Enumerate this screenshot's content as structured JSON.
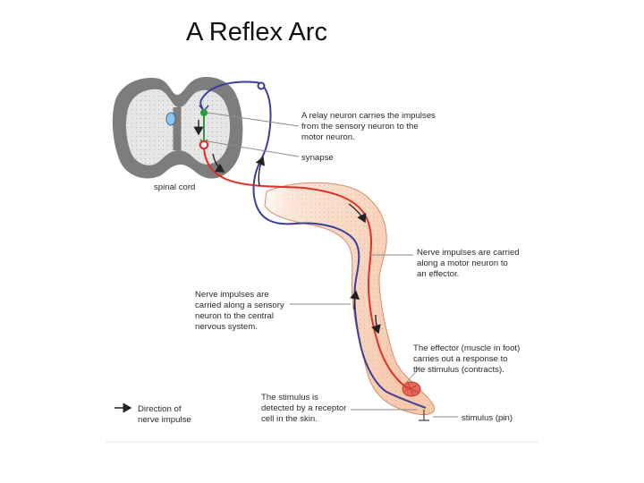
{
  "title": "A Reflex Arc",
  "labels": {
    "spinal_cord": "spinal cord",
    "relay": [
      "A relay neuron carries the impulses",
      "from the sensory neuron to the",
      "motor neuron."
    ],
    "synapse": "synapse",
    "motor": [
      "Nerve impulses are carried",
      "along a motor neuron to",
      "an effector."
    ],
    "sensory": [
      "Nerve impulses are",
      "carried along a sensory",
      "neuron to the central",
      "nervous system."
    ],
    "effector": [
      "The effector (muscle in foot)",
      "carries out a response to",
      "the stimulus (contracts)."
    ],
    "stimulus_detected": [
      "The stimulus is",
      "detected by a receptor",
      "cell in the skin."
    ],
    "stimulus": "stimulus (pin)",
    "legend": [
      "Direction of",
      "nerve impulse"
    ]
  },
  "colors": {
    "gray_matter": "#7d7d7d",
    "white_matter": "#e6e6e6",
    "sensory_neuron": "#3b3f9a",
    "motor_neuron": "#e0302a",
    "relay_neuron": "#2e9a3a",
    "leg_skin": "#f6c9ad",
    "label_lines": "#8a8a8a"
  }
}
